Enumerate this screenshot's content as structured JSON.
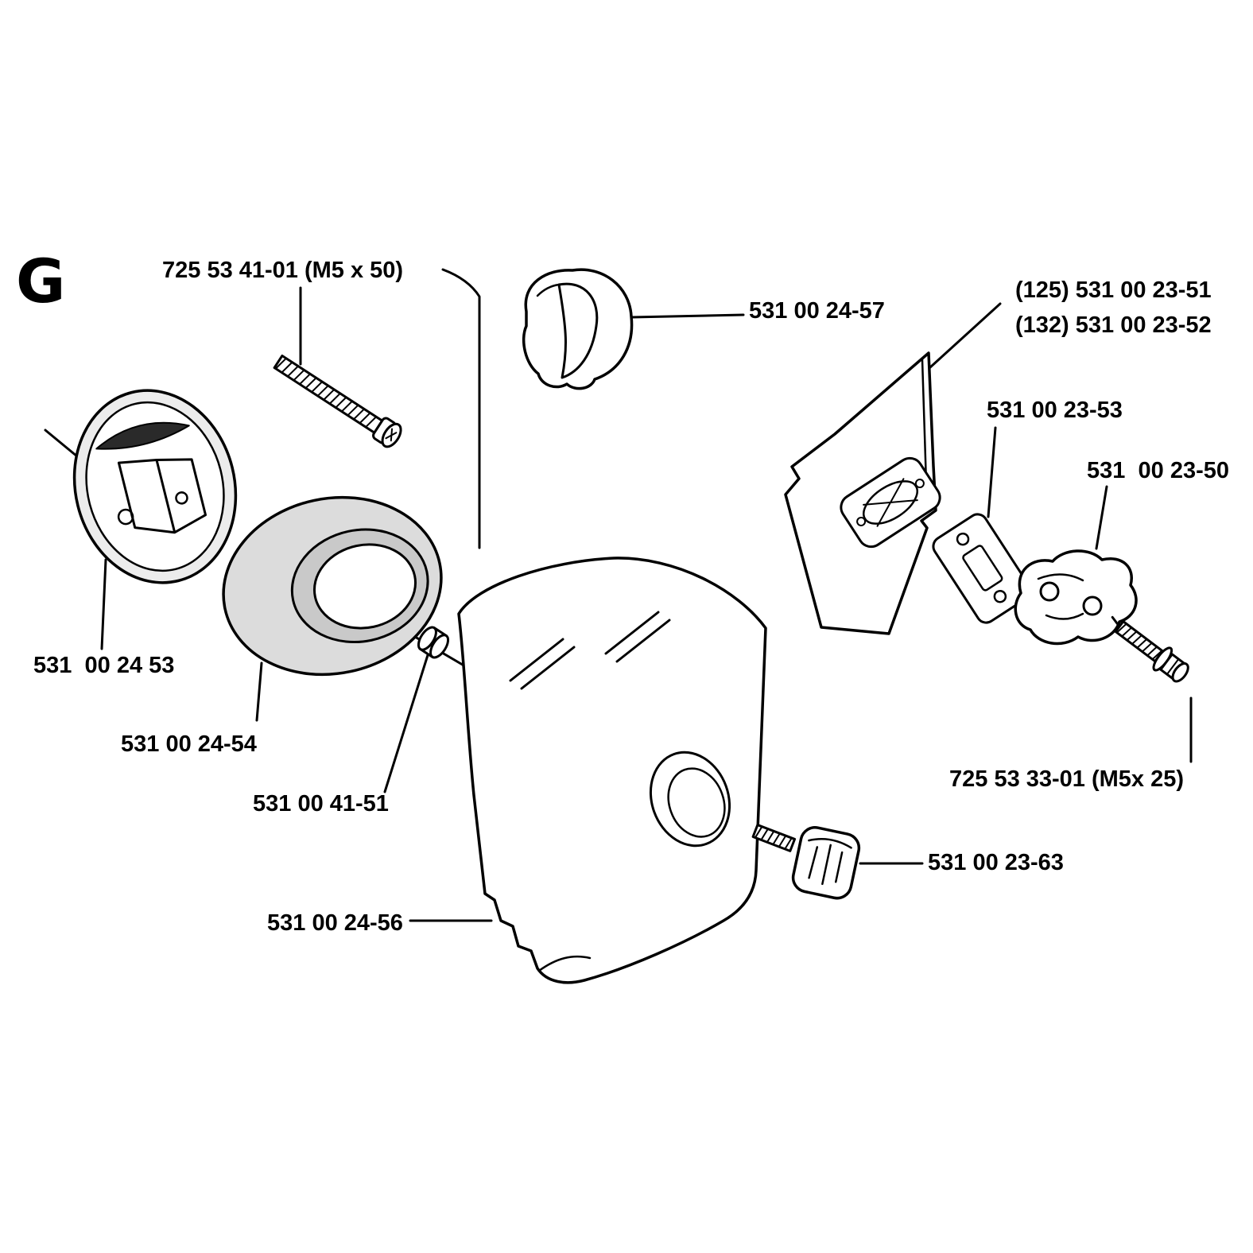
{
  "page": {
    "background": "#ffffff",
    "ink": "#000000",
    "section_letter": "G"
  },
  "labels": {
    "screw_m5x50": "725 53 41-01 (M5 x 50)",
    "part_24_57": "531 00 24-57",
    "part_23_51": "(125) 531 00 23-51",
    "part_23_52": "(132) 531 00 23-52",
    "part_23_53": "531 00 23-53",
    "part_23_50": "531  00 23-50",
    "part_24_53": "531  00 24 53",
    "part_24_54": "531 00 24-54",
    "part_41_51": "531 00 41-51",
    "screw_m5x25": "725 53 33-01 (M5x 25)",
    "part_23_63": "531 00 23-63",
    "part_24_56": "531 00 24-56"
  }
}
